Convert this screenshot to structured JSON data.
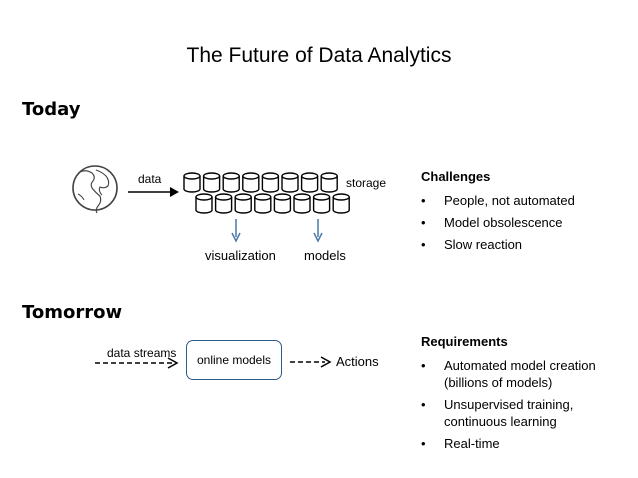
{
  "title": "The Future of Data Analytics",
  "today": {
    "heading": "Today",
    "data_label": "data",
    "storage_label": "storage",
    "visualization_label": "visualization",
    "models_label": "models",
    "challenges": {
      "heading": "Challenges",
      "items": [
        "People, not automated",
        "Model obsolescence",
        "Slow reaction"
      ]
    }
  },
  "tomorrow": {
    "heading": "Tomorrow",
    "data_streams_label": "data streams",
    "online_models_label": "online models",
    "actions_label": "Actions",
    "requirements": {
      "heading": "Requirements",
      "items": [
        "Automated model creation (billions of models)",
        "Unsupervised training, continuous learning",
        "Real-time"
      ]
    }
  },
  "colors": {
    "accent_blue": "#4a78a8",
    "box_border": "#2e5d8c"
  },
  "icons": {
    "globe": "globe-icon",
    "database": "database-icon"
  }
}
